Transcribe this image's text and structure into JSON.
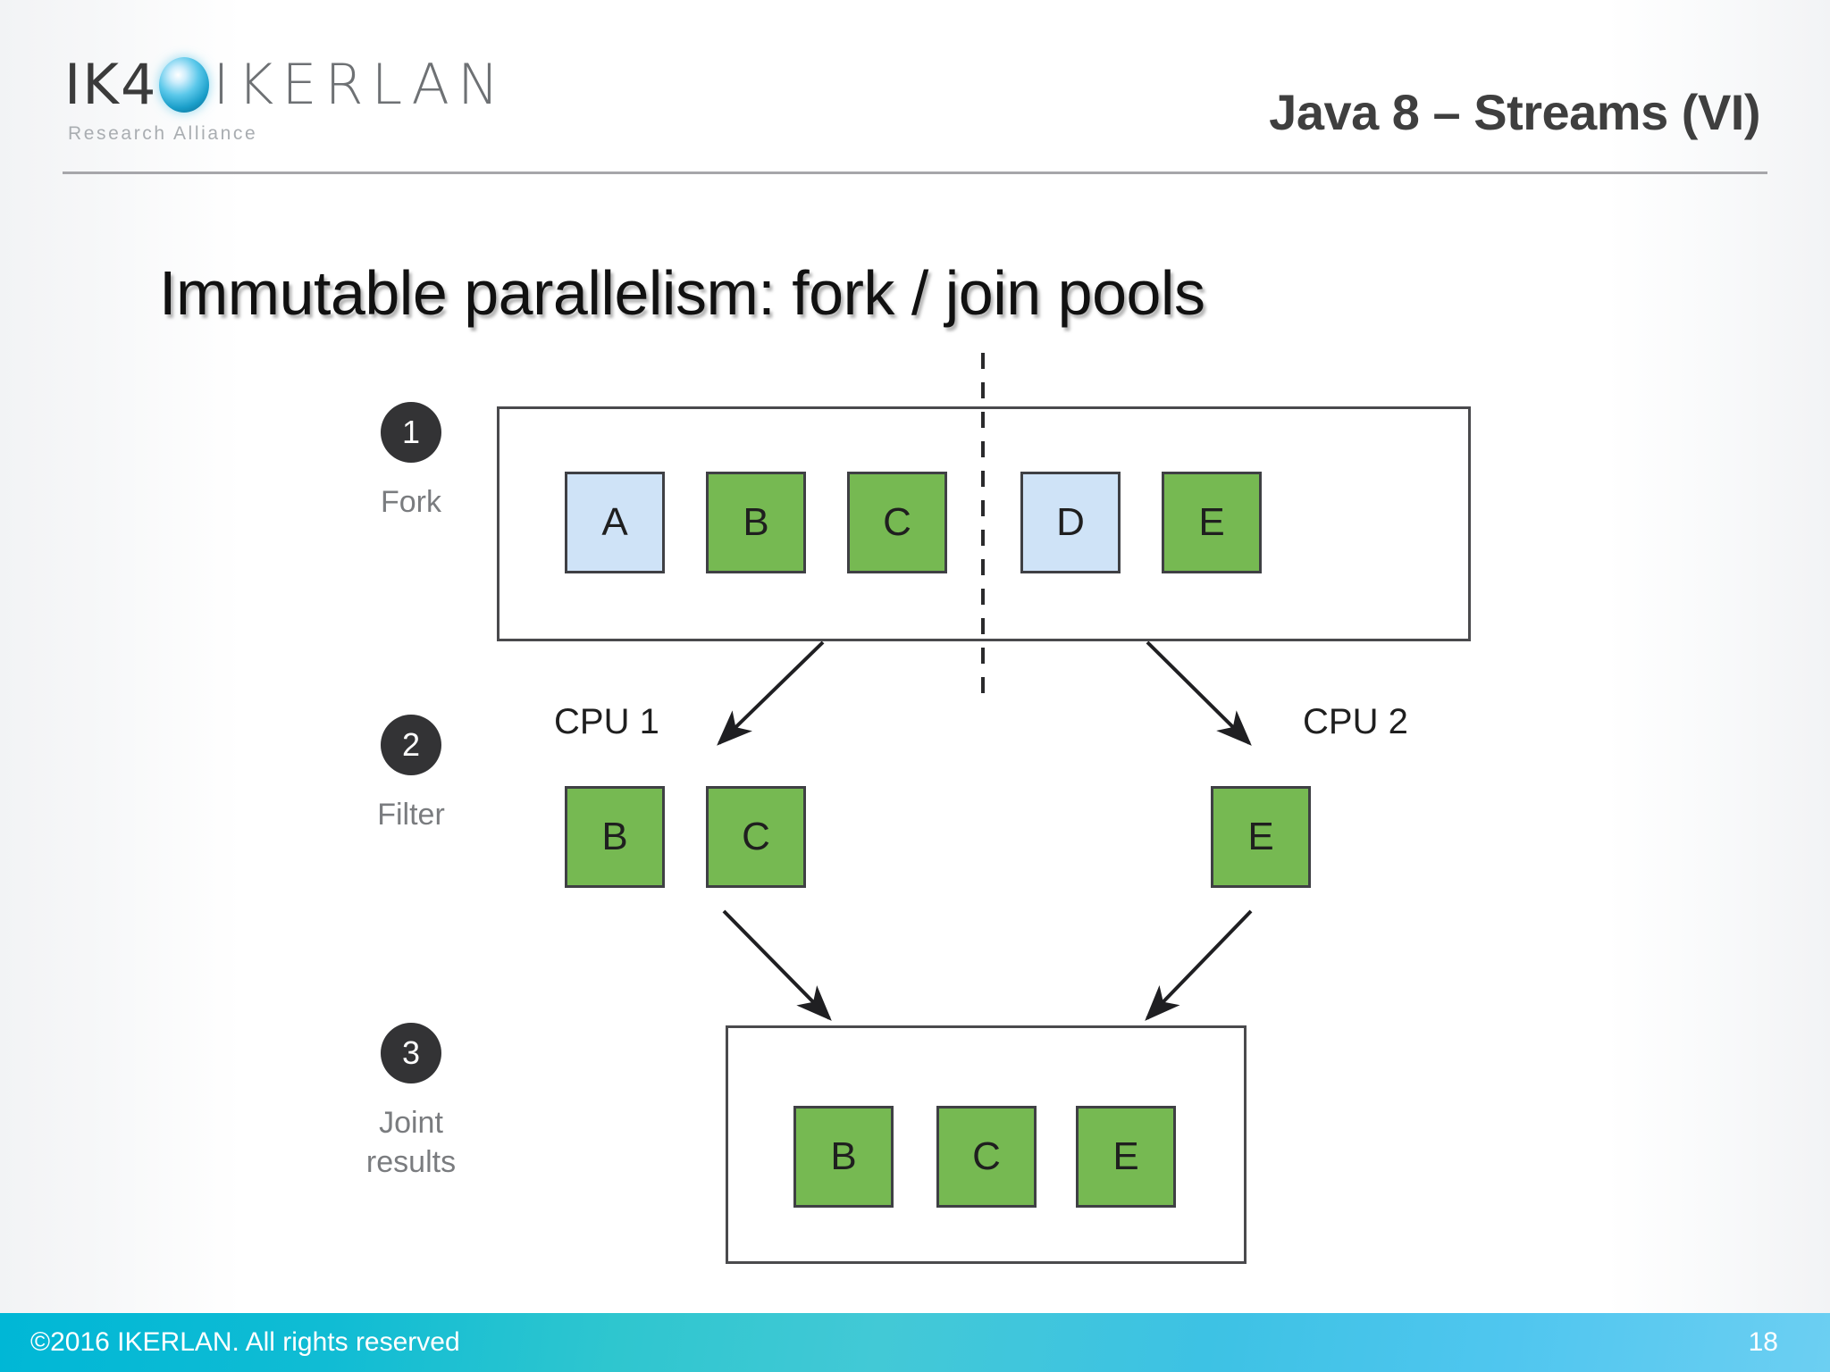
{
  "header": {
    "logo": {
      "brand_prefix": "IK4",
      "brand_name": "IKERLAN",
      "tagline": "Research Alliance",
      "orb_icon": "sphere-icon"
    },
    "title": "Java 8 – Streams (VI)"
  },
  "heading": "Immutable parallelism: fork / join pools",
  "diagram": {
    "steps": [
      {
        "number": "1",
        "label": "Fork"
      },
      {
        "number": "2",
        "label": "Filter"
      },
      {
        "number": "3",
        "label": "Joint\nresults"
      }
    ],
    "cpu_labels": {
      "left": "CPU 1",
      "right": "CPU 2"
    },
    "fork_row": [
      {
        "label": "A",
        "color": "blue"
      },
      {
        "label": "B",
        "color": "green"
      },
      {
        "label": "C",
        "color": "green"
      },
      {
        "label": "D",
        "color": "blue"
      },
      {
        "label": "E",
        "color": "green"
      }
    ],
    "filter_row_cpu1": [
      {
        "label": "B",
        "color": "green"
      },
      {
        "label": "C",
        "color": "green"
      }
    ],
    "filter_row_cpu2": [
      {
        "label": "E",
        "color": "green"
      }
    ],
    "joint_row": [
      {
        "label": "B",
        "color": "green"
      },
      {
        "label": "C",
        "color": "green"
      },
      {
        "label": "E",
        "color": "green"
      }
    ],
    "colors": {
      "green": "#76b952",
      "blue": "#cfe3f7",
      "box_border": "#3f4044",
      "badge": "#333335",
      "step_label": "#7a7c7f"
    }
  },
  "footer": {
    "copyright": "©2016 IKERLAN. All rights reserved",
    "page_number": "18",
    "accent_color": "#2fc6cf"
  }
}
